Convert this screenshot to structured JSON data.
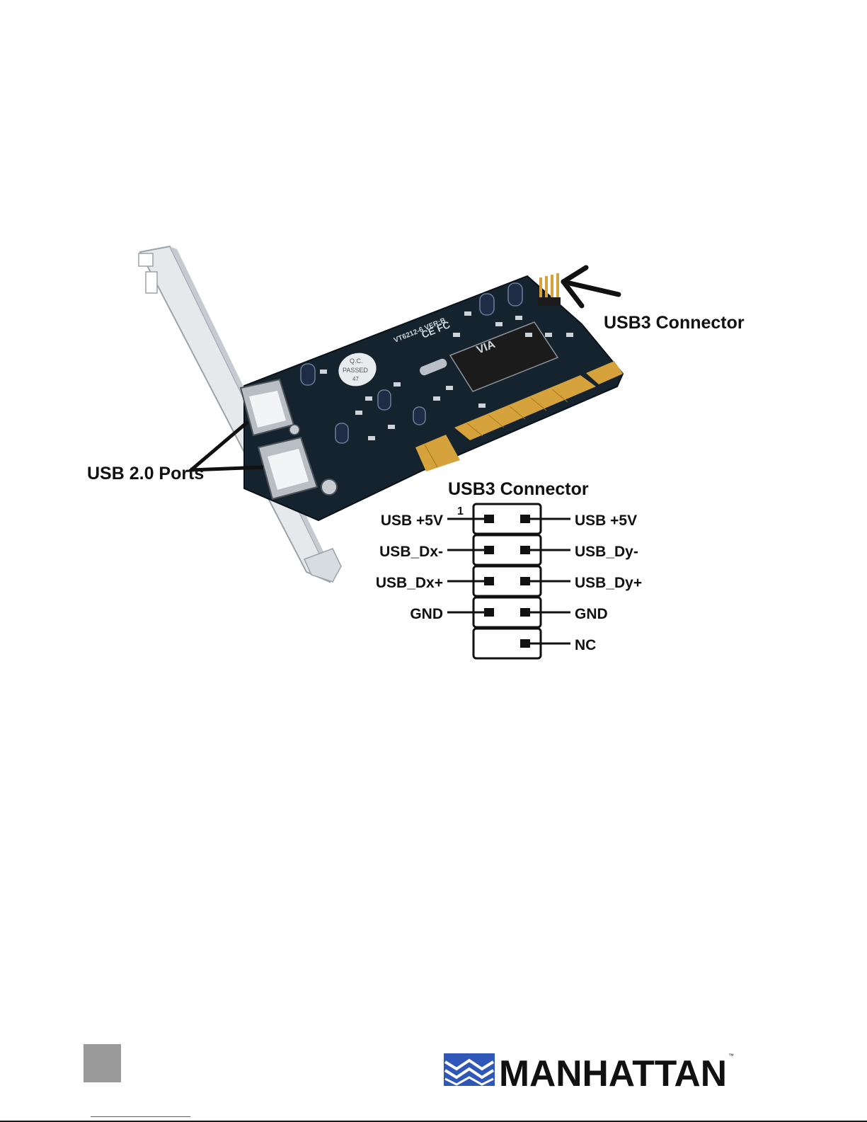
{
  "callouts": {
    "usb3_connector": "USB3 Connector",
    "usb2_ports": "USB 2.0 Ports"
  },
  "board_print": {
    "model": "VT6212-6 VER:B",
    "qc_line1": "Q.C.",
    "qc_line2": "PASSED",
    "qc_line3": "47",
    "marks": "CE FC",
    "chip_brand": "VIA"
  },
  "pinout": {
    "title": "USB3 Connector",
    "pin1_marker": "1",
    "left_pins": [
      "USB +5V",
      "USB_Dx-",
      "USB_Dx+",
      "GND"
    ],
    "right_pins": [
      "USB +5V",
      "USB_Dy-",
      "USB_Dy+",
      "GND",
      "NC"
    ]
  },
  "footer": {
    "brand": "MANHATTAN",
    "trademark": "™"
  },
  "colors": {
    "pcb": "#14232d",
    "bracket": "#e4e7ea",
    "gold": "#d5a23c",
    "brand_blue": "#2f57b8",
    "page_box": "#9a9a9a"
  }
}
